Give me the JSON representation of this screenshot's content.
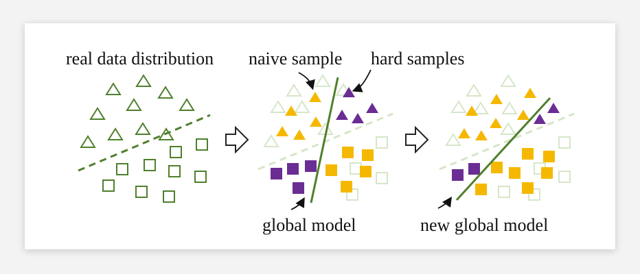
{
  "labels": {
    "real": "real data distribution",
    "naive": "naive sample",
    "hard": "hard samples",
    "global": "global model",
    "new_global": "new global model"
  },
  "colors": {
    "green_dark": "#4f7f2c",
    "green_faint": "#d5e6c8",
    "orange": "#f5b800",
    "purple": "#6a2d93",
    "arrow": "#222222"
  }
}
